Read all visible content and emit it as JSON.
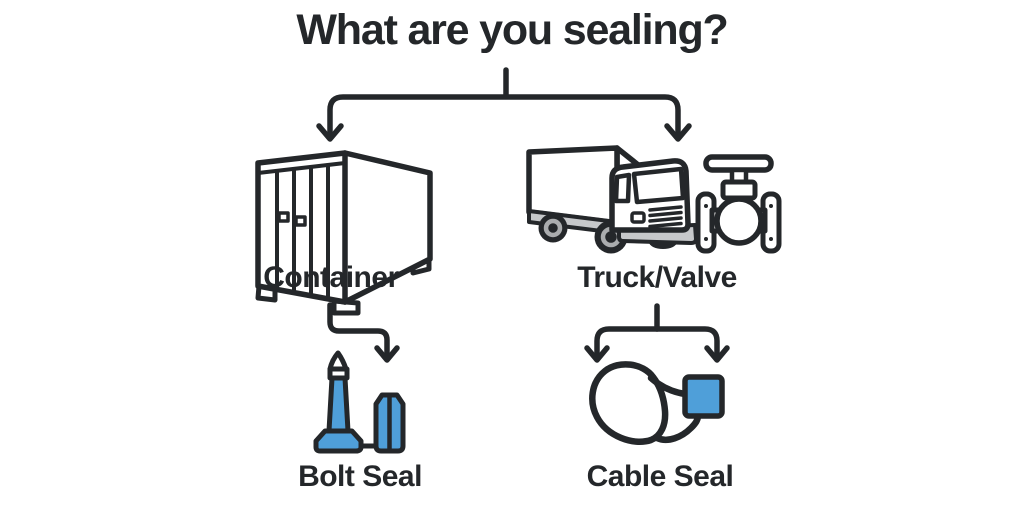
{
  "title": "What are you sealing?",
  "colors": {
    "background": "#ffffff",
    "ink": "#24272a",
    "accent": "#4f9fd9",
    "gray": "#c6c8ca",
    "rim": "#aaacae"
  },
  "nodes": {
    "container": {
      "label": "Container",
      "icon": "container-icon"
    },
    "truck_valve": {
      "label": "Truck/Valve",
      "icons": [
        "truck-icon",
        "valve-icon"
      ]
    },
    "bolt_seal": {
      "label": "Bolt Seal",
      "icon": "bolt-seal-icon"
    },
    "cable_seal": {
      "label": "Cable Seal",
      "icon": "cable-seal-icon"
    }
  },
  "flow": [
    {
      "from": "What are you sealing?",
      "to": [
        "Container",
        "Truck/Valve"
      ]
    },
    {
      "from": "Container",
      "to": [
        "Bolt Seal"
      ]
    },
    {
      "from": "Truck/Valve",
      "to": [
        "Cable Seal"
      ]
    }
  ]
}
